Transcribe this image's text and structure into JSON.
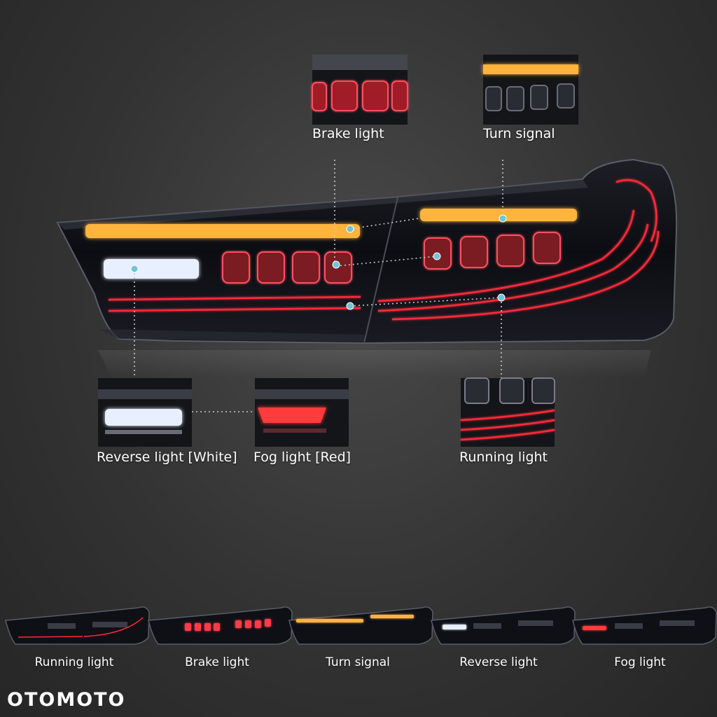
{
  "callouts": {
    "brake": "Brake light",
    "turn": "Turn signal",
    "reverse": "Reverse light [White]",
    "fog": "Fog light [Red]",
    "running": "Running light"
  },
  "thumbnails": [
    {
      "label": "Running light"
    },
    {
      "label": "Brake light"
    },
    {
      "label": "Turn signal"
    },
    {
      "label": "Reverse light"
    },
    {
      "label": "Fog light"
    }
  ],
  "logo": "OTOMOTO",
  "colors": {
    "amber": "#ffb43c",
    "red": "#ff2a3a",
    "white": "#e8f0ff",
    "dot": "#6ec6d8"
  }
}
